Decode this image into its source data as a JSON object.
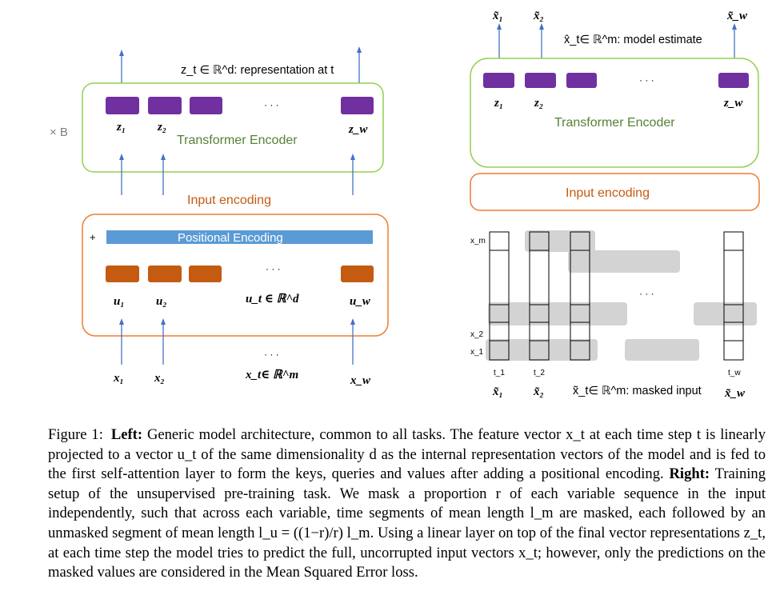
{
  "left": {
    "output_label": "z_t ∈ ℝ^d: representation at t",
    "repeat_label": "× B",
    "encoder_title": "Transformer Encoder",
    "z_labels": [
      "z₁",
      "z₂",
      "z_w"
    ],
    "ellipsis": "· · ·",
    "input_encoding_label": "Input encoding",
    "plus": "+",
    "positional_label": "Positional Encoding",
    "u_labels": [
      "u₁",
      "u₂",
      "u_t ∈ ℝ^d",
      "u_w"
    ],
    "x_labels": [
      "x₁",
      "x₂",
      "x_t∈ ℝ^m",
      "x_w"
    ]
  },
  "right": {
    "top_labels": [
      "x̃₁",
      "x̃₂",
      "x̃_w"
    ],
    "estimate_label": "x̂_t∈ ℝ^m: model estimate",
    "encoder_title": "Transformer Encoder",
    "z_labels": [
      "z₁",
      "z₂",
      "z_w"
    ],
    "ellipsis": "· · ·",
    "input_encoding_label": "Input encoding",
    "var_labels": [
      "x_m",
      "x_2",
      "x_1"
    ],
    "time_labels": [
      "t_1",
      "t_2",
      "t_w"
    ],
    "bottom_labels": [
      "x̃₁",
      "x̃₂",
      "x̃_t∈ ℝ^m: masked input",
      "x̃_w"
    ]
  },
  "colors": {
    "arrow": "#4472c4",
    "green_box": "#92d050",
    "orange_box": "#ed7d31",
    "purple": "#7030a0",
    "orange_token": "#c55a11",
    "positional_bar": "#5b9bd5",
    "mask_gray": "#d0d0d0",
    "label_green": "#548235",
    "label_orange": "#c55a11"
  },
  "caption": {
    "label": "Figure 1:",
    "left_bold": "Left:",
    "left_text": "Generic model architecture, common to all tasks. The feature vector x_t at each time step t is linearly projected to a vector u_t of the same dimensionality d as the internal representation vectors of the model and is fed to the first self-attention layer to form the keys, queries and values after adding a positional encoding.",
    "right_bold": "Right:",
    "right_text": "Training setup of the unsupervised pre-training task. We mask a proportion r of each variable sequence in the input independently, such that across each variable, time segments of mean length l_m are masked, each followed by an unmasked segment of mean length l_u = ((1−r)/r) l_m. Using a linear layer on top of the final vector representations z_t, at each time step the model tries to predict the full, uncorrupted input vectors x_t; however, only the predictions on the masked values are considered in the Mean Squared Error loss."
  }
}
